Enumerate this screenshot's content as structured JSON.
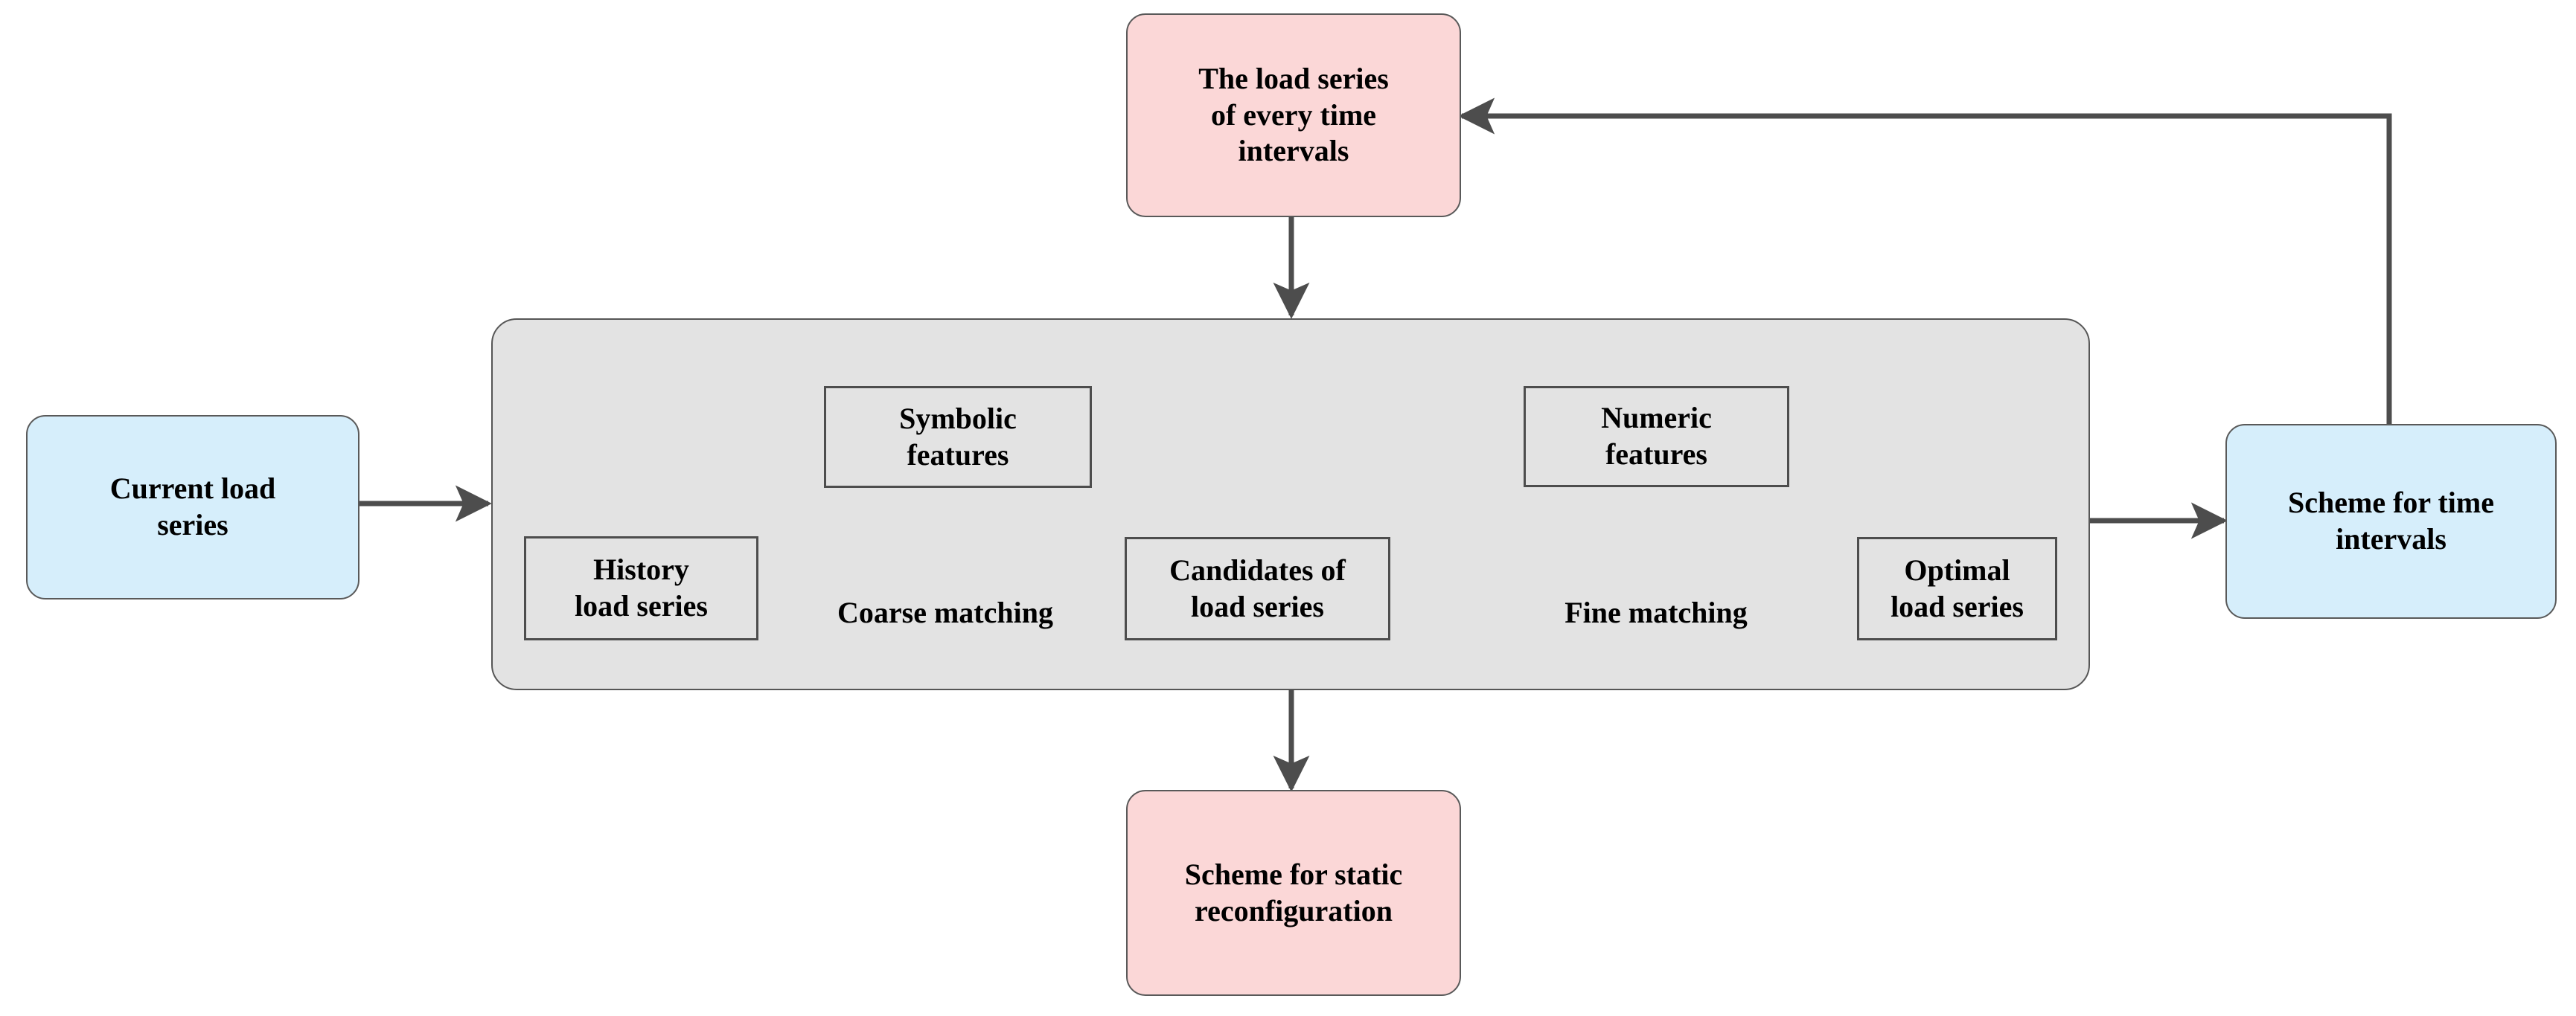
{
  "diagram": {
    "title": "Load series matching and reconfiguration scheme flowchart",
    "colors": {
      "pink_fill": "#fbd7d7",
      "blue_fill": "#d6eefb",
      "panel_fill": "#e3e3e3",
      "stroke": "#4d4d4d",
      "text": "#000000",
      "background": "#ffffff"
    },
    "nodes": {
      "load_series_every_interval": "The load series\nof every time\nintervals",
      "current_load_series": "Current load\nseries",
      "scheme_for_time_intervals": "Scheme for time\nintervals",
      "scheme_for_static_reconfiguration": "Scheme for static\nreconfiguration",
      "symbolic_features": "Symbolic\nfeatures",
      "numeric_features": "Numeric\nfeatures",
      "history_load_series": "History\nload series",
      "candidates_of_load_series": "Candidates of\nload series",
      "optimal_load_series": "Optimal\nload series"
    },
    "edge_labels": {
      "coarse_matching": "Coarse matching",
      "fine_matching": "Fine matching"
    },
    "edges": [
      {
        "from": "current_load_series",
        "to": "panel",
        "kind": "arrow-right"
      },
      {
        "from": "load_series_every_interval",
        "to": "panel",
        "kind": "arrow-down"
      },
      {
        "from": "panel",
        "to": "scheme_for_static_reconfiguration",
        "kind": "arrow-down"
      },
      {
        "from": "panel",
        "to": "scheme_for_time_intervals",
        "kind": "arrow-right"
      },
      {
        "from": "scheme_for_time_intervals",
        "to": "load_series_every_interval",
        "kind": "feedback-up-left"
      },
      {
        "from": "history_load_series",
        "to": "candidates_of_load_series",
        "kind": "arrow-right",
        "label": "coarse_matching"
      },
      {
        "from": "symbolic_features",
        "to": "coarse_matching",
        "kind": "arrow-down"
      },
      {
        "from": "candidates_of_load_series",
        "to": "optimal_load_series",
        "kind": "arrow-right",
        "label": "fine_matching"
      },
      {
        "from": "numeric_features",
        "to": "fine_matching",
        "kind": "arrow-down"
      }
    ]
  }
}
